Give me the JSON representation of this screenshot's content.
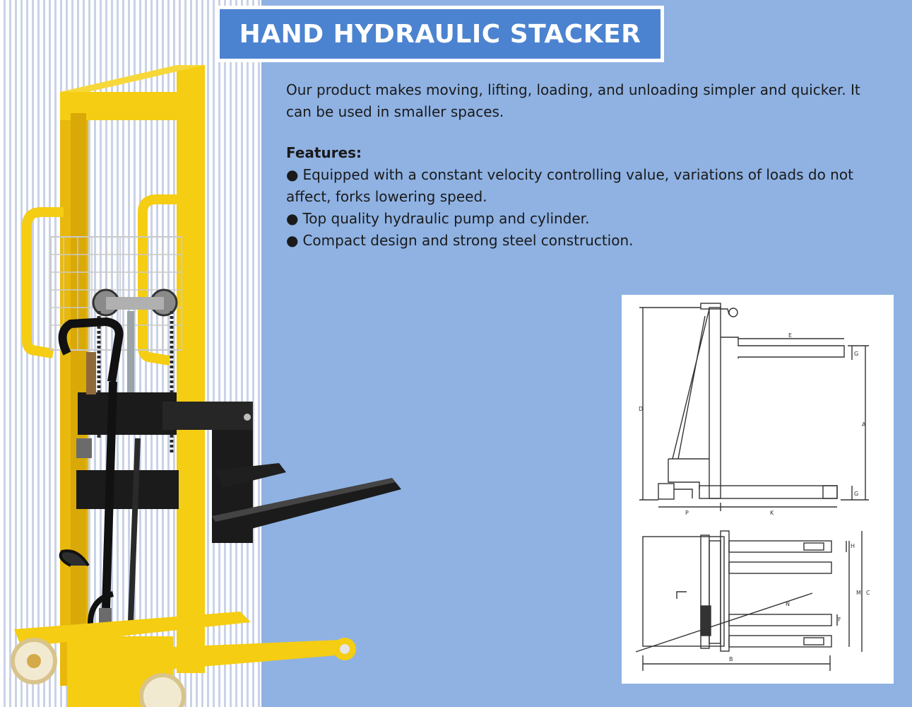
{
  "title": "HAND HYDRAULIC STACKER",
  "intro": "Our product makes moving, lifting, loading, and unloading simpler and quicker. It can be used in smaller spaces.",
  "features": {
    "heading": "Features:",
    "bullet_glyph": "●",
    "items": [
      "Equipped with a constant velocity controlling value, variations of loads do not affect, forks lowering speed.",
      "Top quality hydraulic pump and cylinder.",
      "Compact design and strong steel construction."
    ]
  },
  "diagram": {
    "side_view_labels": {
      "e": "E",
      "g_top": "G",
      "d": "D",
      "a": "A",
      "g_bottom": "G",
      "p": "P",
      "k": "K"
    },
    "top_view_labels": {
      "h": "H",
      "m": "M",
      "c": "C",
      "n": "N",
      "f": "F",
      "b": "B"
    }
  },
  "colors": {
    "background": "#8fb2e3",
    "title_bar": "#4c83d0",
    "stacker_yellow": "#f5cd12",
    "fork_black": "#1b1b1b"
  },
  "icons": {
    "stacker": "hand-stacker-photo",
    "diagram": "technical-drawing"
  }
}
